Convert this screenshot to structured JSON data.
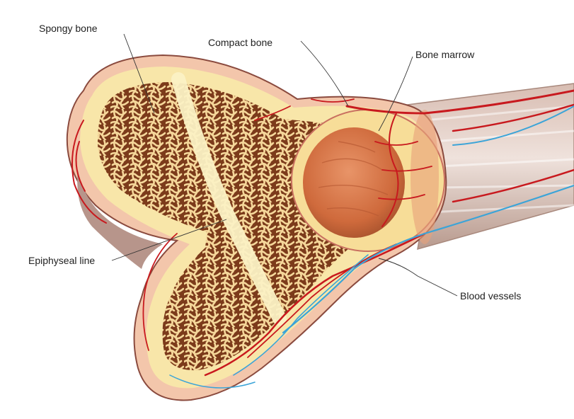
{
  "labels": {
    "spongy_bone": "Spongy bone",
    "compact_bone": "Compact bone",
    "bone_marrow": "Bone marrow",
    "epiphyseal_line": "Epiphyseal line",
    "blood_vessels": "Blood vessels"
  },
  "colors": {
    "bone_outer": "#f2c4a8",
    "compact": "#f7e4a6",
    "spongy_cavity": "#7a3a1a",
    "trabecula": "#f6d98f",
    "marrow": "#d9774a",
    "artery": "#c8191e",
    "vein": "#3ba4d8",
    "shaft": "#c9a89c",
    "leader_line": "#333333"
  }
}
